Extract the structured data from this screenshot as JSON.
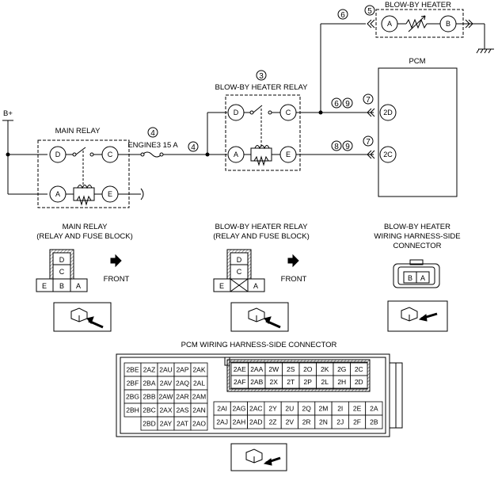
{
  "bplus": "B+",
  "main_relay": {
    "title": "MAIN RELAY",
    "terms": {
      "d": "D",
      "c": "C",
      "a": "A",
      "e": "E"
    },
    "caption": [
      "MAIN RELAY",
      "(RELAY AND FUSE BLOCK)"
    ],
    "connector": {
      "top": "D",
      "mid": "C",
      "bottom": [
        "E",
        "B",
        "A"
      ]
    },
    "front": "FRONT"
  },
  "fuse": {
    "circle": "4",
    "label": "ENGINE3 15 A",
    "junction_circle": "4"
  },
  "blowby_relay": {
    "circle": "3",
    "title": "BLOW-BY HEATER RELAY",
    "terms": {
      "d": "D",
      "c": "C",
      "a": "A",
      "e": "E"
    },
    "caption": [
      "BLOW-BY HEATER RELAY",
      "(RELAY AND FUSE BLOCK)"
    ],
    "connector": {
      "top": "D",
      "mid": "C",
      "bottom": [
        "E",
        "",
        "A"
      ]
    },
    "front": "FRONT"
  },
  "heater": {
    "circle": "5",
    "title": "BLOW-BY HEATER",
    "terms": {
      "a": "A",
      "b": "B"
    },
    "wire_circle": "6"
  },
  "pcm": {
    "title": "PCM",
    "pins": [
      {
        "label": "2D",
        "circle": "7",
        "wire_circles": [
          "6",
          "9"
        ]
      },
      {
        "label": "2C",
        "circle": "7",
        "wire_circles": [
          "8",
          "9"
        ]
      }
    ]
  },
  "heater_connector": {
    "caption": [
      "BLOW-BY HEATER",
      "WIRING HARNESS-SIDE",
      "CONNECTOR"
    ],
    "pins": [
      "B",
      "A"
    ]
  },
  "pcm_connector": {
    "title": "PCM WIRING HARNESS-SIDE CONNECTOR",
    "left_rows": [
      [
        "2BE",
        "2AZ",
        "2AU",
        "2AP",
        "2AK"
      ],
      [
        "2BF",
        "2BA",
        "2AV",
        "2AQ",
        "2AL"
      ],
      [
        "2BG",
        "2BB",
        "2AW",
        "2AR",
        "2AM"
      ],
      [
        "2BH",
        "2BC",
        "2AX",
        "2AS",
        "2AN"
      ],
      [
        "",
        "2BD",
        "2AY",
        "2AT",
        "2AO"
      ]
    ],
    "right_top_rows": [
      [
        "2AE",
        "2AA",
        "2W",
        "2S",
        "2O",
        "2K",
        "2G",
        "2C"
      ],
      [
        "2AF",
        "2AB",
        "2X",
        "2T",
        "2P",
        "2L",
        "2H",
        "2D"
      ]
    ],
    "right_bottom_rows": [
      [
        "2AI",
        "2AG",
        "2AC",
        "2Y",
        "2U",
        "2Q",
        "2M",
        "2I",
        "2E",
        "2A"
      ],
      [
        "2AJ",
        "2AH",
        "2AD",
        "2Z",
        "2V",
        "2R",
        "2N",
        "2J",
        "2F",
        "2B"
      ]
    ]
  }
}
